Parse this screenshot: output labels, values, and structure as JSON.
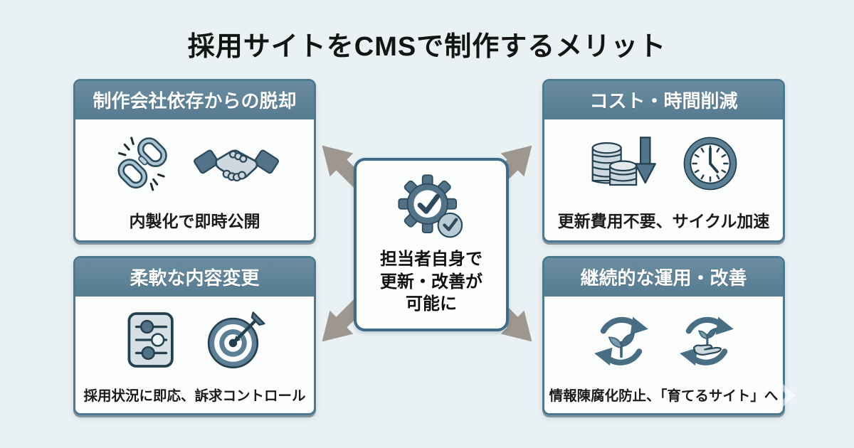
{
  "title": "採用サイトをCMSで制作するメリット",
  "center": {
    "icon": "gear-check-icon",
    "lines": [
      "担当者自身で",
      "更新・改善が",
      "可能に"
    ]
  },
  "cards": [
    {
      "id": "dependence",
      "header": "制作会社依存からの脱却",
      "caption": "内製化で即時公開",
      "icons": [
        "broken-chain-icon",
        "handshake-icon"
      ]
    },
    {
      "id": "cost-time",
      "header": "コスト・時間削減",
      "caption": "更新費用不要、サイクル加速",
      "icons": [
        "coins-down-arrow-icon",
        "clock-icon"
      ]
    },
    {
      "id": "flexible",
      "header": "柔軟な内容変更",
      "caption": "採用状況に即応、訴求コントロール",
      "icons": [
        "sliders-icon",
        "target-dart-icon"
      ]
    },
    {
      "id": "continuous",
      "header": "継続的な運用・改善",
      "caption": "情報陳腐化防止、「育てるサイト」へ",
      "icons": [
        "recycle-plant-icon",
        "recycle-hand-plant-icon"
      ]
    }
  ],
  "arrows": [
    "arrow-top-left",
    "arrow-top-right",
    "arrow-bottom-left",
    "arrow-bottom-right"
  ],
  "decor_icons": [
    "chevron-right-icon"
  ],
  "colors": {
    "background": "#e9f1f3",
    "title_text": "#141414",
    "card_header": "#567c92",
    "card_header_light": "#6a8ca0",
    "card_border": "#4c7890",
    "card_body": "#fcfdfd",
    "header_text": "#ffffff",
    "caption_text": "#1b1b1b",
    "center_border": "#3e6b8a",
    "arrow": "#9d9790",
    "icon_dark": "#2c4a5c",
    "icon_mid": "#527288",
    "icon_light": "#c9d7dd"
  }
}
